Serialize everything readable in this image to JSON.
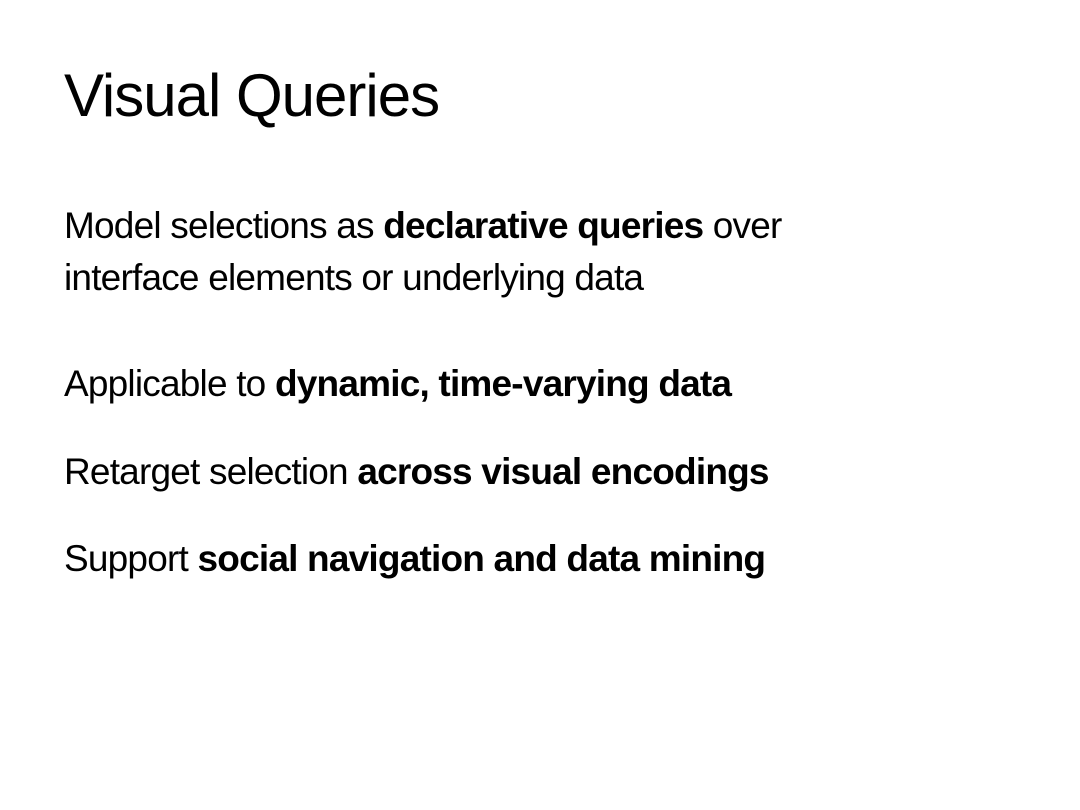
{
  "slide": {
    "title": "Visual Queries",
    "bullets": [
      {
        "pre": "Model selections as ",
        "bold": "declarative queries",
        "post": " over",
        "line2": "interface elements or underlying data"
      },
      {
        "pre": "Applicable to ",
        "bold": "dynamic, time-varying data",
        "post": ""
      },
      {
        "pre": "Retarget selection ",
        "bold": "across visual encodings",
        "post": ""
      },
      {
        "pre": "Support ",
        "bold": "social navigation and data mining",
        "post": ""
      }
    ]
  }
}
